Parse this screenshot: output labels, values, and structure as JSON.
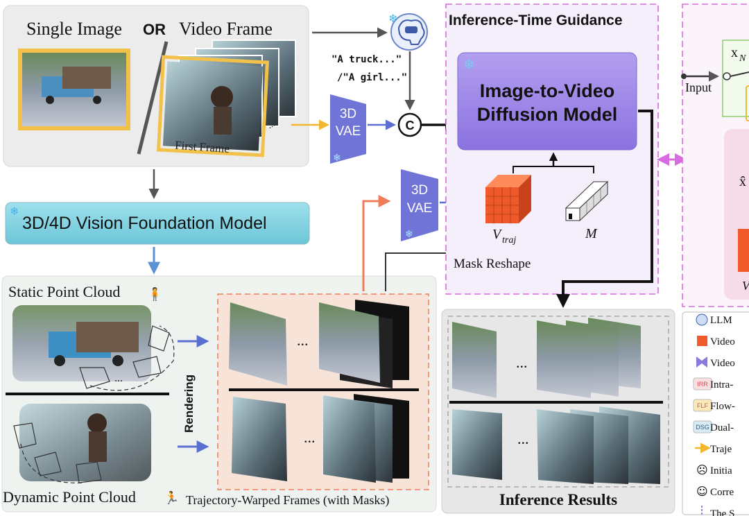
{
  "top_input": {
    "single_image": "Single Image",
    "or_word": "OR",
    "video_frame": "Video Frame",
    "first_frame": "First Frame"
  },
  "prompts": {
    "line1": "\"A truck...\"",
    "line2": "/\"A girl...\""
  },
  "concat_symbol": "C",
  "vae_label_1": "3D",
  "vae_label_2": "VAE",
  "foundation_model": "3D/4D Vision Foundation Model",
  "static_point_cloud": "Static Point Cloud",
  "dynamic_point_cloud": "Dynamic Point Cloud",
  "rendering": "Rendering",
  "ellipsis": "...",
  "warped_frames_caption": "Trajectory-Warped Frames (with Masks)",
  "inference_guidance": {
    "title": "Inference-Time Guidance",
    "model_line1": "Image-to-Video",
    "model_line2": "Diffusion Model",
    "v_traj": "V",
    "v_traj_sub": "traj",
    "mask_symbol": "M",
    "mask_reshape": "Mask Reshape"
  },
  "inference_results": "Inference Results",
  "right_panel": {
    "input_label": "Input",
    "x_label": "x",
    "x_sub": "N",
    "xhat_label": "x̂",
    "w_label": "V"
  },
  "legend": {
    "items": [
      {
        "icon": "llm",
        "text": "LLM"
      },
      {
        "icon": "cube",
        "text": "Video"
      },
      {
        "icon": "bowtie",
        "text": "Video"
      },
      {
        "icon": "IRR",
        "text": "Intra-"
      },
      {
        "icon": "FLF",
        "text": "Flow-"
      },
      {
        "icon": "DSG",
        "text": "Dual-"
      },
      {
        "icon": "arrow",
        "text": "Traje"
      },
      {
        "icon": "sad",
        "text": "Initia"
      },
      {
        "icon": "happy",
        "text": "Corre"
      },
      {
        "icon": "down",
        "text": "The S"
      }
    ]
  },
  "colors": {
    "purple": "#9a82e8",
    "vae": "#6f74d6",
    "foundation": "#7fd3e3",
    "orange": "#f07c5a",
    "yellow": "#f2b72f",
    "pink_dash": "#d96be0",
    "blue_arrow": "#5b92d4"
  }
}
